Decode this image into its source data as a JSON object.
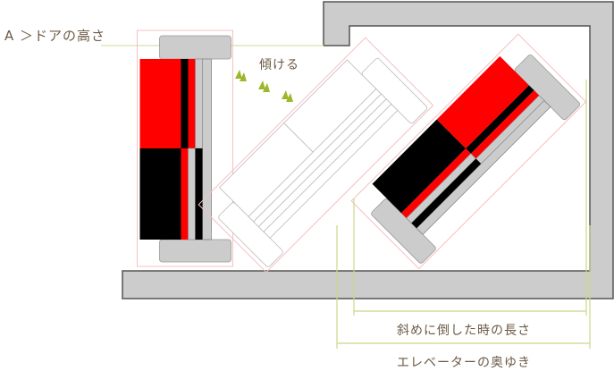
{
  "labels": {
    "door_height": "A ＞ドアの高さ",
    "tilt": "傾ける",
    "diagonal_length": "斜めに倒した時の長さ",
    "elevator_depth": "エレベーターの奥ゆき"
  },
  "colors": {
    "wall": "#cccccc",
    "sofa_red": "#ff0000",
    "sofa_black": "#000000",
    "dimension_line": "#c8d88a",
    "arrow": "#9cb82a",
    "outline_pink": "#f5c0c0",
    "text": "#6b5a45"
  },
  "icons": [
    "tilt-arrow-icon"
  ]
}
